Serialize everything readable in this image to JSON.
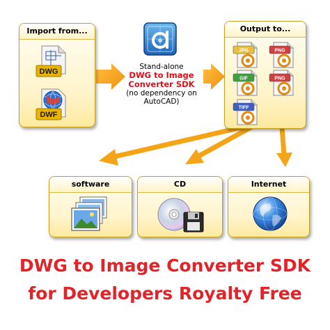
{
  "import_panel": {
    "title": "Import from...",
    "files": [
      {
        "label": "DWG",
        "icon": "dwg-file-icon"
      },
      {
        "label": "DWF",
        "icon": "dwf-file-icon"
      }
    ]
  },
  "center": {
    "icon": "dwg-to-image-converter-logo-icon",
    "line1": "Stand-alone",
    "product_line1": "DWG to Image",
    "product_line2": "Converter SDK",
    "note_line1": "(no dependency on",
    "note_line2": "AutoCAD)"
  },
  "output_panel": {
    "title": "Output to...",
    "files": [
      {
        "label": "JPG",
        "color": "#e8c040"
      },
      {
        "label": "PNG",
        "color": "#d04040"
      },
      {
        "label": "GIF",
        "color": "#40a040"
      },
      {
        "label": "PNG",
        "color": "#d04040"
      },
      {
        "label": "TIFF",
        "color": "#4060c0"
      }
    ]
  },
  "targets": [
    {
      "label": "software",
      "icon": "picture-gallery-icon"
    },
    {
      "label": "CD",
      "icon": "cd-and-floppy-icon"
    },
    {
      "label": "Internet",
      "icon": "globe-icon"
    }
  ],
  "headline": {
    "line1": "DWG to Image Converter SDK",
    "line2": "for Developers Royalty Free"
  },
  "colors": {
    "arrow": "#f5a418",
    "panel_border": "#c8a020",
    "headline": "#e0242a",
    "product_name": "#d8101c"
  }
}
